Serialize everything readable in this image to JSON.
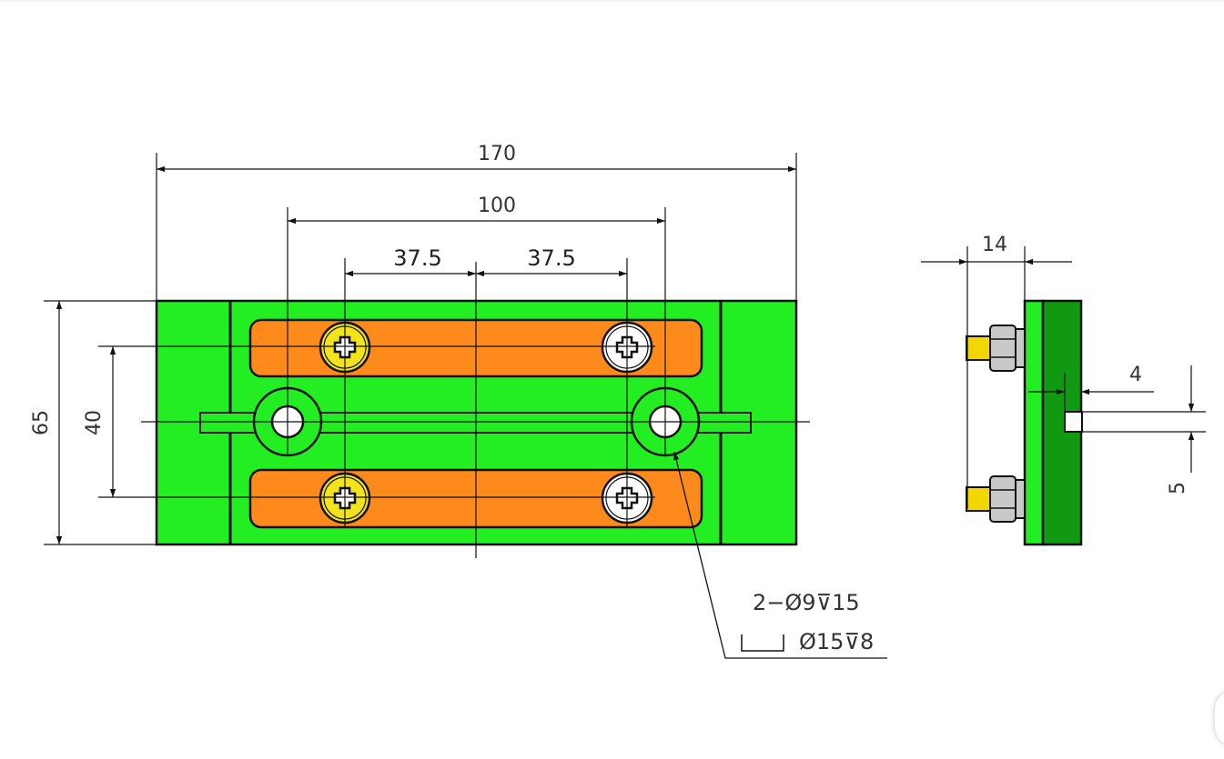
{
  "drawing": {
    "colors": {
      "plate": "#22ee22",
      "plate_side_dark": "#119911",
      "slot_fill": "#ff8a1c",
      "screw_yellow": "#f2e31a",
      "nut_gray": "#c9c9c9",
      "pin_yellow": "#f3d800",
      "line": "#111111"
    },
    "front_view": {
      "dims": {
        "overall_width": "170",
        "hole_spacing": "100",
        "screw_offset_left": "37.5",
        "screw_offset_right": "37.5",
        "overall_height": "65",
        "screw_spacing": "40"
      },
      "callout": {
        "line1": "2−Ø9⊽15",
        "line2_counterbore": "⌴",
        "line2_spec": "Ø15⊽8"
      }
    },
    "side_view": {
      "dims": {
        "thickness": "14",
        "slot_depth": "4",
        "slot_width": "5"
      }
    }
  }
}
